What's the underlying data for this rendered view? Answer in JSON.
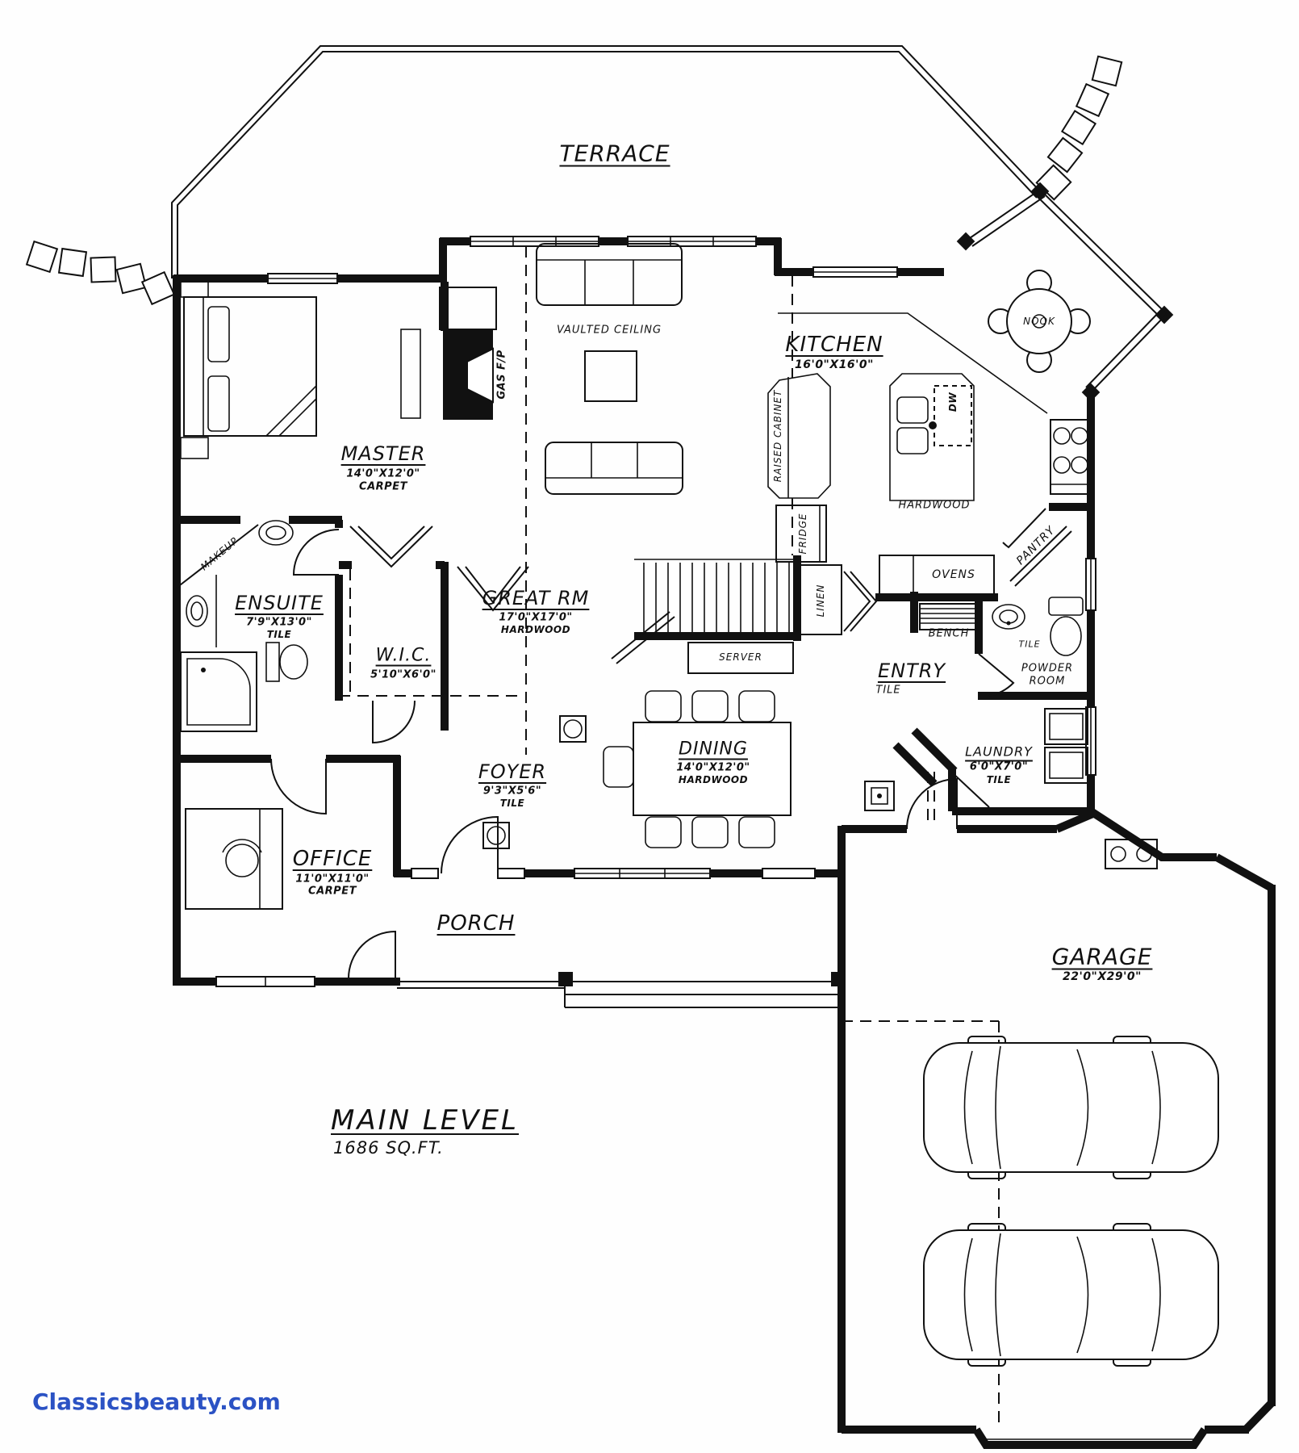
{
  "colors": {
    "ink": "#111111",
    "watermark": "#2b52c4"
  },
  "title": {
    "name": "MAIN LEVEL",
    "area": "1686 SQ.FT."
  },
  "watermark": {
    "text": "Classicsbeauty.com"
  },
  "rooms": {
    "terrace": {
      "label": "TERRACE"
    },
    "master": {
      "label": "MASTER",
      "dims": "14'0\"X12'0\"",
      "floor": "CARPET"
    },
    "ensuite": {
      "label": "ENSUITE",
      "dims": "7'9\"X13'0\"",
      "floor": "TILE"
    },
    "wic": {
      "label": "W.I.C.",
      "dims": "5'10\"X6'0\""
    },
    "great_rm": {
      "label": "GREAT RM",
      "dims": "17'0\"X17'0\"",
      "floor": "HARDWOOD"
    },
    "kitchen": {
      "label": "KITCHEN",
      "dims": "16'0\"X16'0\"",
      "floor": "HARDWOOD"
    },
    "nook": {
      "label": "NOOK"
    },
    "entry": {
      "label": "ENTRY",
      "floor": "TILE"
    },
    "powder_room": {
      "label": "POWDER ROOM",
      "floor": "TILE"
    },
    "laundry": {
      "label": "LAUNDRY",
      "dims": "6'0\"X7'0\"",
      "floor": "TILE"
    },
    "dining": {
      "label": "DINING",
      "dims": "14'0\"X12'0\"",
      "floor": "HARDWOOD"
    },
    "foyer": {
      "label": "FOYER",
      "dims": "9'3\"X5'6\"",
      "floor": "TILE"
    },
    "office": {
      "label": "OFFICE",
      "dims": "11'0\"X11'0\"",
      "floor": "CARPET"
    },
    "porch": {
      "label": "PORCH"
    },
    "garage": {
      "label": "GARAGE",
      "dims": "22'0\"X29'0\""
    }
  },
  "fixtures": {
    "makeup": "MAKEUP",
    "gas_fp": "GAS F/P",
    "vaulted_ceiling": "VAULTED CEILING",
    "raised_cabinet": "RAISED CABINET",
    "fridge": "FRIDGE",
    "linen": "LINEN",
    "dw": "DW",
    "pantry": "PANTRY",
    "ovens": "OVENS",
    "bench": "BENCH",
    "server": "SERVER"
  }
}
